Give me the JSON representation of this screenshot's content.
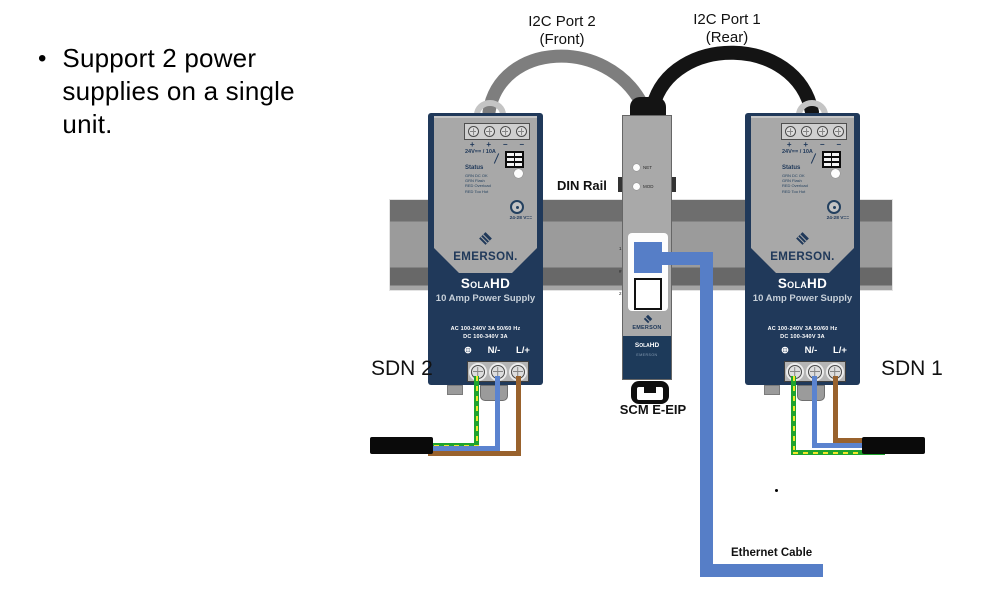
{
  "note": {
    "bullet": "•",
    "text": "Support 2 power supplies on a single unit."
  },
  "labels": {
    "i2c_port2": {
      "title": "I2C Port 2",
      "sub": "(Front)"
    },
    "i2c_port1": {
      "title": "I2C Port 1",
      "sub": "(Rear)"
    },
    "din_rail": "DIN Rail",
    "sdn2": "SDN 2",
    "sdn1": "SDN 1",
    "scm": "SCM E-EIP",
    "ethernet_cable": "Ethernet Cable"
  },
  "psu": {
    "plus": "+",
    "minus": "−",
    "rating": "24V== / 10A",
    "status_title": "Status",
    "status_items": [
      "GRN  DC OK",
      "GRN  Flash",
      "RED  Overload",
      "RED  Too Hot"
    ],
    "adjust": "24-28 V==",
    "brand": "EMERSON.",
    "model": "SolaHD",
    "subtitle": "10 Amp Power Supply",
    "spec1": "AC  100-240V  3A  50/60 Hz",
    "spec2": "DC  100-340V  3A",
    "term_ground": "⊕",
    "term_neutral": "N/-",
    "term_line": "L/+"
  },
  "module": {
    "led1": "NET",
    "led2": "MOD",
    "port1": "1",
    "port_icon": "#",
    "port2": "2",
    "brand": "EMERSON",
    "model": "SolaHD",
    "brand_sub": "EMERSON"
  },
  "colors": {
    "navy": "#20395a",
    "panel_gray": "#a8a8a8",
    "rail_gray": "#9b9b9b",
    "rail_dark": "#6e6e6e",
    "ethernet_blue": "#567ec7",
    "wire_green": "#1fa32e",
    "wire_yellow": "#f2e72a",
    "wire_blue": "#5b83cf",
    "wire_brown": "#99622d",
    "i2c_front_cable": "#7e7e7e",
    "i2c_rear_cable": "#141414"
  }
}
